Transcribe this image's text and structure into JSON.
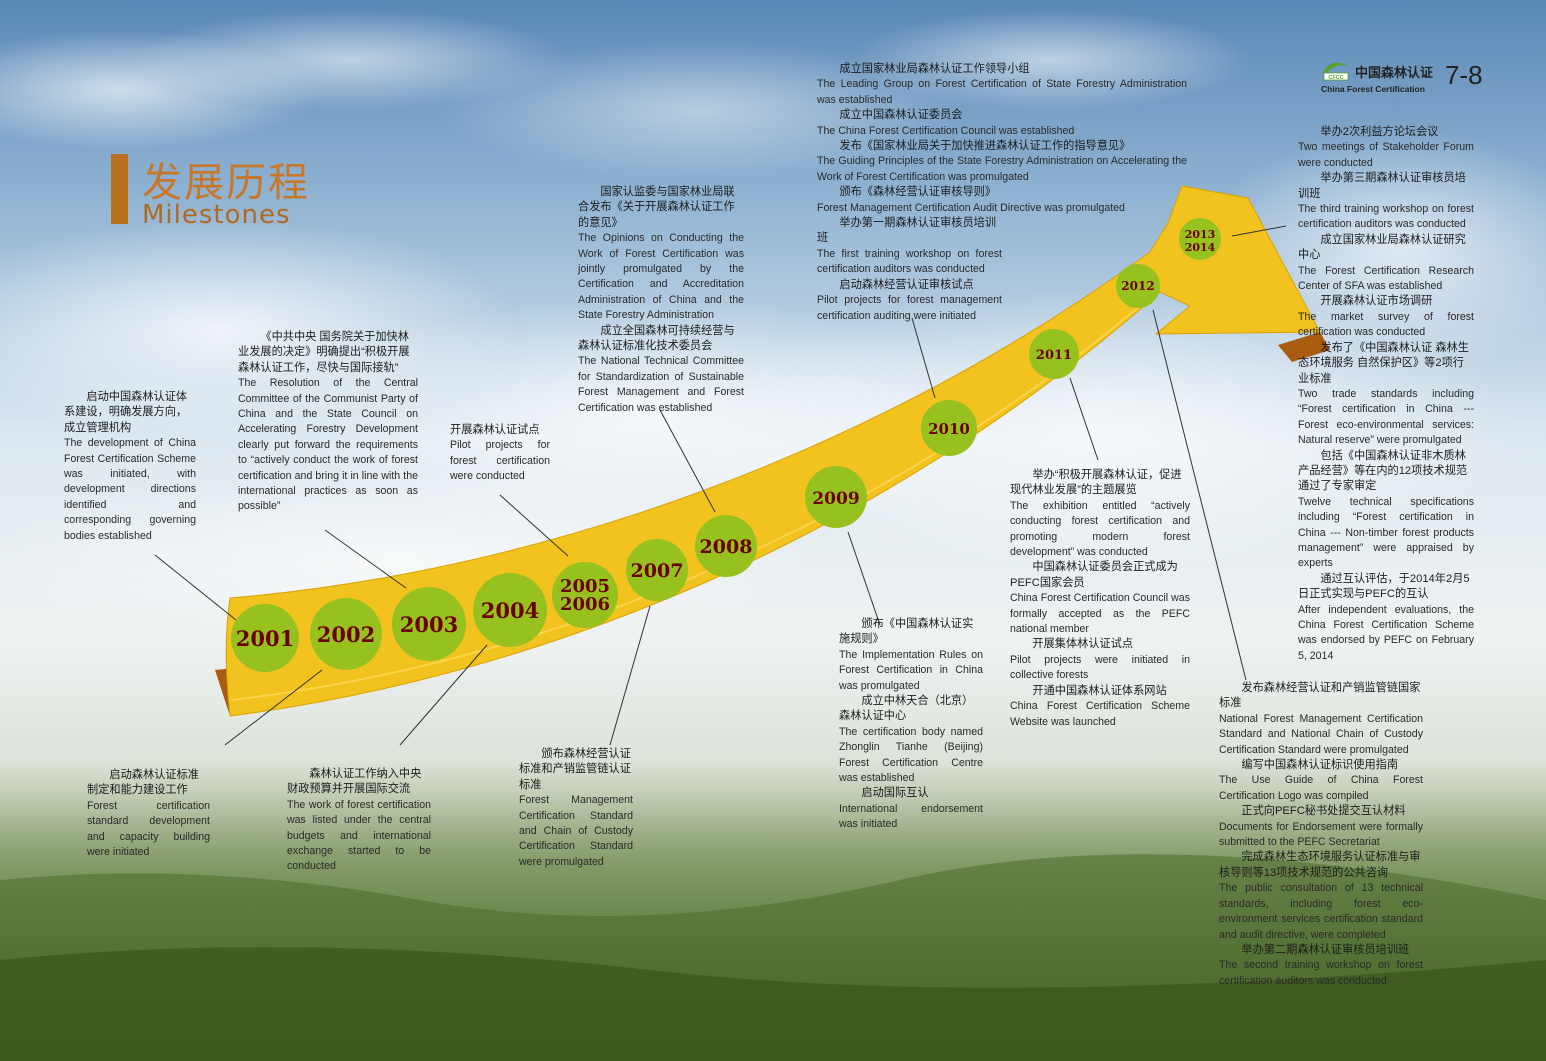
{
  "header": {
    "title_zh": "发展历程",
    "title_en": "Milestones",
    "logo_zh": "中国森林认证",
    "logo_en": "China Forest Certification",
    "logo_mark": "CFCC",
    "page_number": "7-8"
  },
  "colors": {
    "accent": "#b8701f",
    "arrow": "#f2c21e",
    "circle": "#96c11f",
    "year_text": "#6b0000"
  },
  "years": [
    "2001",
    "2002",
    "2003",
    "2004",
    "2005",
    "2006",
    "2007",
    "2008",
    "2009",
    "2010",
    "2011",
    "2012",
    "2013",
    "2014"
  ],
  "milestones": {
    "m2001": {
      "zh": "启动中国森林认证体系建设，明确发展方向，成立管理机构",
      "en": "The development of China Forest Certification Scheme was initiated, with development directions identified and corresponding governing bodies established"
    },
    "m2002": {
      "zh": "启动森林认证标准制定和能力建设工作",
      "en": "Forest certification standard development and capacity building were initiated"
    },
    "m2003": {
      "zh": "《中共中央 国务院关于加快林业发展的决定》明确提出“积极开展森林认证工作，尽快与国际接轨”",
      "en": "The Resolution of the Central Committee of the Communist Party of China and the State Council on Accelerating Forestry Development clearly put forward the requirements to “actively conduct the work of forest certification and bring it in line with the international practices as soon as possible”"
    },
    "m2004": {
      "zh": "森林认证工作纳入中央财政预算并开展国际交流",
      "en": "The work of forest certification was listed under the central budgets and international exchange started to be conducted"
    },
    "m2005": {
      "zh": "开展森林认证试点",
      "en": "Pilot projects for forest certification were conducted"
    },
    "m2007": {
      "zh": "颁布森林经营认证标准和产销监管链认证标准",
      "en": "Forest Management Certification Standard and Chain of Custody Certification Standard were promulgated"
    },
    "m2008": {
      "a_zh": "国家认监委与国家林业局联合发布《关于开展森林认证工作的意见》",
      "a_en": "The Opinions on Conducting the Work of Forest Certification was jointly promulgated by the Certification and Accreditation Administration of China and the State Forestry Administration",
      "b_zh": "成立全国森林可持续经营与森林认证标准化技术委员会",
      "b_en": "The National Technical Committee for Standardization of Sustainable Forest Management and Forest Certification was established"
    },
    "m2009": {
      "a_zh": "颁布《中国森林认证实施规则》",
      "a_en": "The Implementation Rules on Forest Certification in China was promulgated",
      "b_zh": "成立中林天合（北京）森林认证中心",
      "b_en": "The certification body named Zhonglin Tianhe (Beijing) Forest Certification Centre was established",
      "c_zh": "启动国际互认",
      "c_en": "International endorsement was initiated"
    },
    "m2010": {
      "a_zh": "成立国家林业局森林认证工作领导小组",
      "a_en": "The Leading Group on Forest Certification of State Forestry Administration was established",
      "b_zh": "成立中国森林认证委员会",
      "b_en": "The China Forest Certification Council was established",
      "c_zh": "发布《国家林业局关于加快推进森林认证工作的指导意见》",
      "c_en": "The Guiding Principles of the State Forestry Administration on Accelerating the Work of Forest Certification was promulgated",
      "d_zh": "颁布《森林经营认证审核导则》",
      "d_en": "Forest Management Certification Audit Directive was promulgated",
      "e_zh": "举办第一期森林认证审核员培训班",
      "e_en": "The first training workshop on forest certification auditors was conducted",
      "f_zh": "启动森林经营认证审核试点",
      "f_en": "Pilot projects for forest management certification auditing were initiated"
    },
    "m2011": {
      "a_zh": "举办“积极开展森林认证，促进现代林业发展”的主题展览",
      "a_en": "The exhibition entitled “actively conducting forest certification and promoting modern forest development” was conducted",
      "b_zh": "中国森林认证委员会正式成为PEFC国家会员",
      "b_en": "China Forest Certification Council was formally accepted as the PEFC national member",
      "c_zh": "开展集体林认证试点",
      "c_en": "Pilot projects were initiated in collective forests",
      "d_zh": "开通中国森林认证体系网站",
      "d_en": "China Forest Certification Scheme Website was launched"
    },
    "m2012": {
      "a_zh": "发布森林经营认证和产销监管链国家标准",
      "a_en": "National Forest Management Certification Standard and National Chain of Custody Certification Standard were promulgated",
      "b_zh": "编写中国森林认证标识使用指南",
      "b_en": "The Use Guide of China Forest Certification Logo was compiled",
      "c_zh": "正式向PEFC秘书处提交互认材料",
      "c_en": "Documents for Endorsement were formally submitted to the PEFC Secretariat",
      "d_zh": "完成森林生态环境服务认证标准与审核导则等13项技术规范的公共咨询",
      "d_en": "The public consultation of 13 technical standards, including forest eco-environment services certification standard and audit directive, were completed",
      "e_zh": "举办第二期森林认证审核员培训班",
      "e_en": "The second training workshop on forest certification auditors was conducted"
    },
    "m2013": {
      "a_zh": "举办2次利益方论坛会议",
      "a_en": "Two meetings of Stakeholder Forum were conducted",
      "b_zh": "举办第三期森林认证审核员培训班",
      "b_en": "The third training workshop on forest certification auditors was conducted",
      "c_zh": "成立国家林业局森林认证研究中心",
      "c_en": "The Forest Certification Research Center of SFA was established",
      "d_zh": "开展森林认证市场调研",
      "d_en": "The market survey of forest certification was conducted",
      "e_zh": "发布了《中国森林认证 森林生态环境服务 自然保护区》等2项行业标准",
      "e_en": "Two trade standards including “Forest certification in China --- Forest eco-environmental services: Natural reserve” were promulgated",
      "f_zh": "包括《中国森林认证非木质林产品经营》等在内的12项技术规范通过了专家审定",
      "f_en": "Twelve technical specifications including “Forest certification in China --- Non-timber forest products management” were appraised by experts",
      "g_zh": "通过互认评估，于2014年2月5日正式实现与PEFC的互认",
      "g_en": "After independent evaluations, the China Forest Certification Scheme was endorsed by PEFC on February 5, 2014"
    }
  }
}
